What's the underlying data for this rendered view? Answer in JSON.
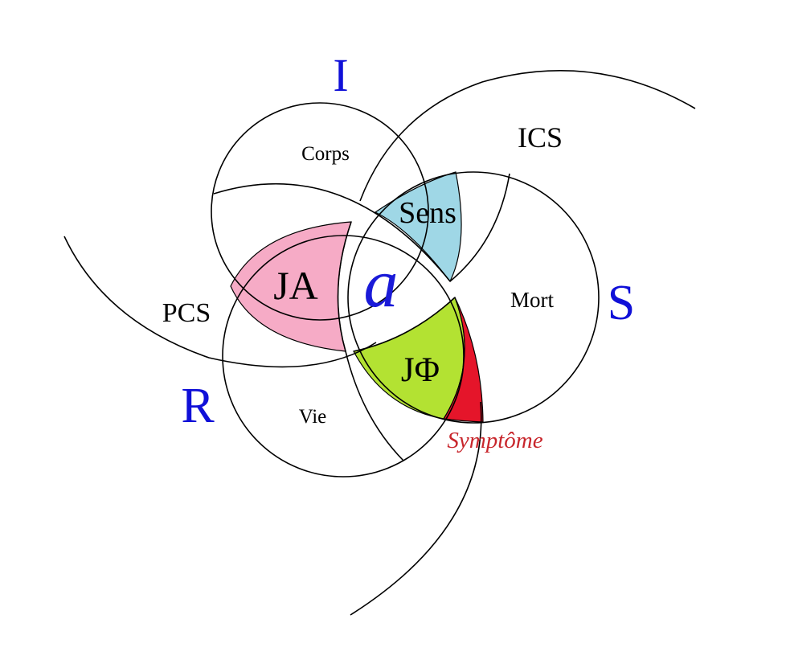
{
  "rings": {
    "imaginary": "I",
    "symbolic": "S",
    "real": "R"
  },
  "areas": {
    "corps": "Corps",
    "ics": "ICS",
    "pcs": "PCS",
    "mort": "Mort",
    "vie": "Vie",
    "sens": "Sens",
    "ja": "JA",
    "jphi": "JΦ",
    "object_a": "a",
    "symptome": "Symptôme"
  },
  "colors": {
    "ring_labels": "#1010d8",
    "object_a": "#1a1ad8",
    "sens_fill": "#9fd7e6",
    "ja_fill": "#f6abc6",
    "jphi_fill": "#b3e232",
    "symptome_fill": "#e5152a",
    "symptome_text": "#c8262c"
  }
}
